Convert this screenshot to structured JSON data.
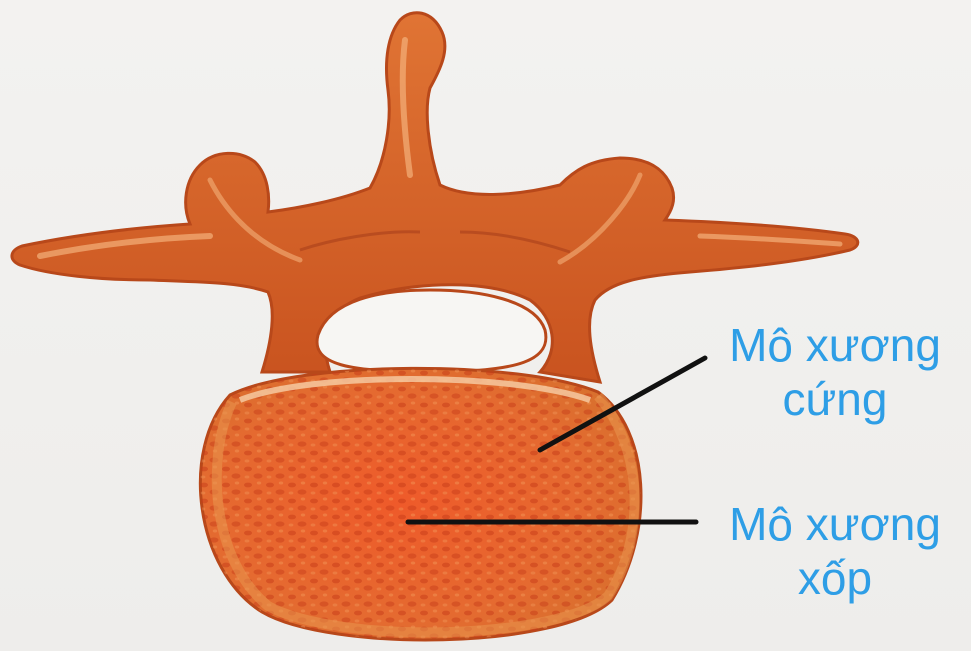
{
  "labels": {
    "compact_bone": {
      "line1": "Mô xương",
      "line2": "cứng"
    },
    "spongy_bone": {
      "line1": "Mô xương",
      "line2": "xốp"
    }
  },
  "colors": {
    "label_text": "#2e9ee6",
    "bone_outline": "#b8481a",
    "bone_fill": "#d9642c",
    "bone_highlight": "#f0a060",
    "spongy_fill": "#e8622e",
    "spongy_dots": "#c43a1a",
    "leader_line": "#111111",
    "background": "#f1f0ee"
  }
}
